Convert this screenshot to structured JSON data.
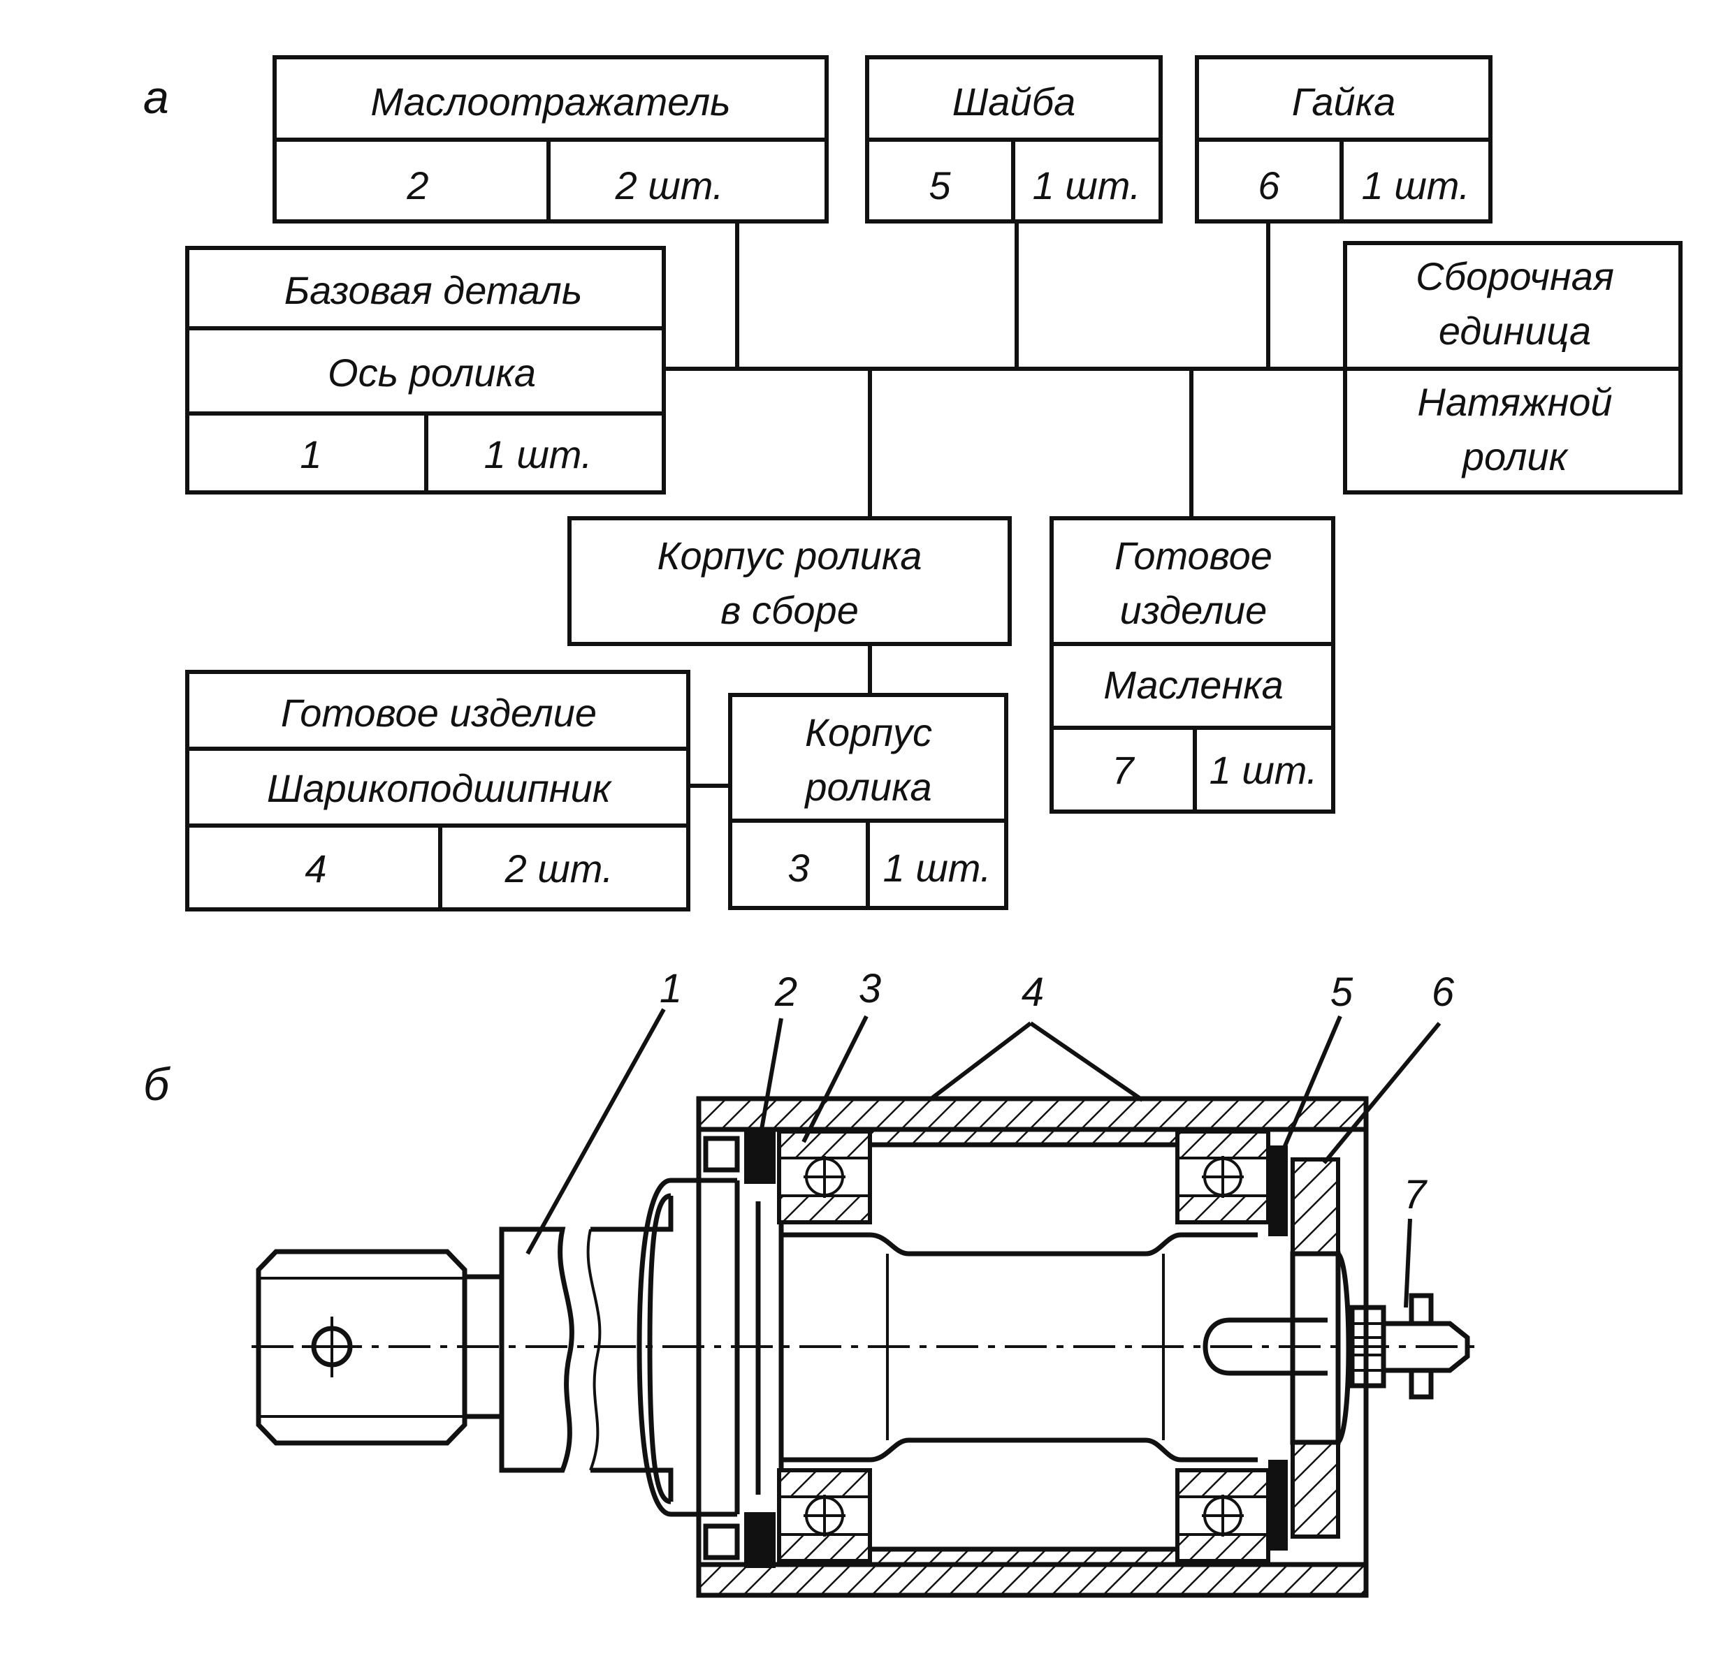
{
  "panel_a_letter": "а",
  "panel_b_letter": "б",
  "boxes": {
    "oil_deflector": {
      "name": "Маслоотражатель",
      "num": "2",
      "qty": "2 шт."
    },
    "washer": {
      "name": "Шайба",
      "num": "5",
      "qty": "1 шт."
    },
    "nut": {
      "name": "Гайка",
      "num": "6",
      "qty": "1 шт."
    },
    "base_part": {
      "header_l1": "Базовая деталь",
      "name": "Ось ролика",
      "num": "1",
      "qty": "1 шт."
    },
    "assembly_unit": {
      "header_l1": "Сборочная",
      "header_l2": "единица",
      "name_l1": "Натяжной",
      "name_l2": "ролик"
    },
    "housing_assembly": {
      "name_l1": "Корпус ролика",
      "name_l2": "в сборе"
    },
    "oiler": {
      "header_l1": "Готовое",
      "header_l2": "изделие",
      "name": "Масленка",
      "num": "7",
      "qty": "1 шт."
    },
    "bearing": {
      "header_l1": "Готовое изделие",
      "name": "Шарикоподшипник",
      "num": "4",
      "qty": "2 шт."
    },
    "housing": {
      "name_l1": "Корпус",
      "name_l2": "ролика",
      "num": "3",
      "qty": "1 шт."
    }
  },
  "callouts": [
    "1",
    "2",
    "3",
    "4",
    "5",
    "6",
    "7"
  ]
}
